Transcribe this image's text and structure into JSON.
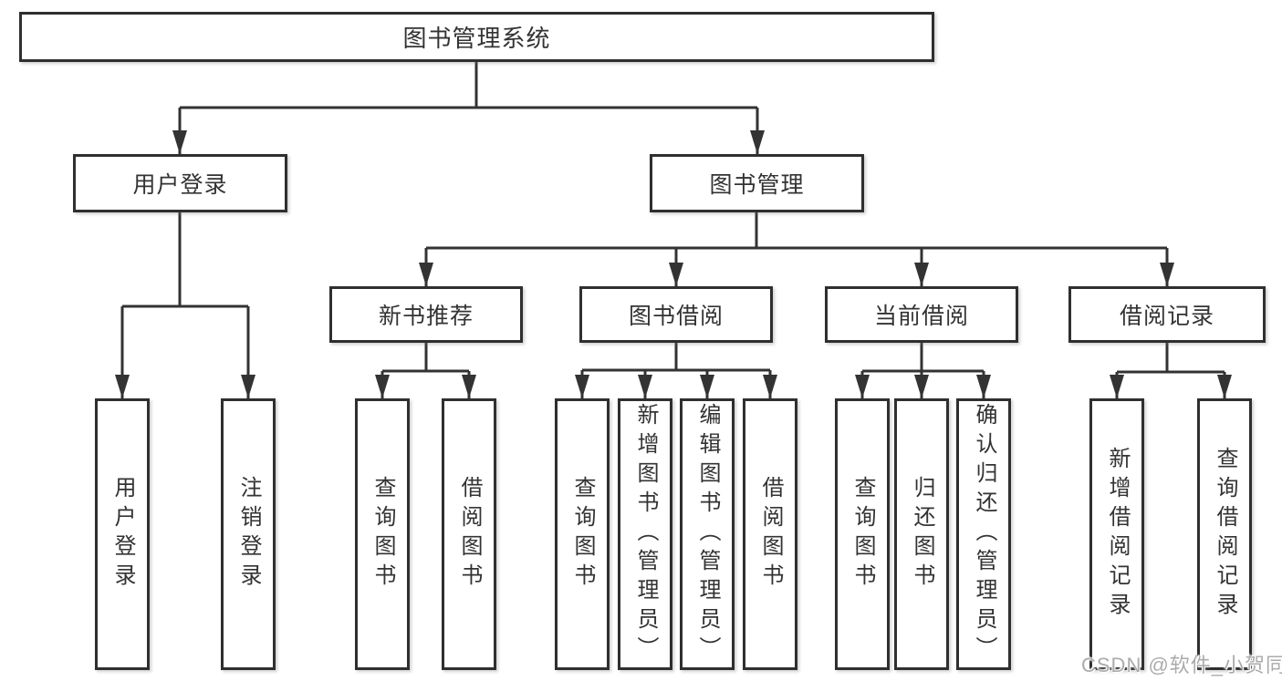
{
  "diagram": {
    "title": "图书管理系统",
    "branches": {
      "user_login": {
        "label": "用户登录",
        "children": [
          "用户登录",
          "注销登录"
        ]
      },
      "book_management": {
        "label": "图书管理",
        "sections": [
          {
            "label": "新书推荐",
            "children": [
              "查询图书",
              "借阅图书"
            ]
          },
          {
            "label": "图书借阅",
            "children": [
              "查询图书",
              "新增图书（管理员）",
              "编辑图书（管理员）",
              "借阅图书"
            ]
          },
          {
            "label": "当前借阅",
            "children": [
              "查询图书",
              "归还图书",
              "确认归还（管理员）"
            ]
          },
          {
            "label": "借阅记录",
            "children": [
              "新增借阅记录",
              "查询借阅记录"
            ]
          }
        ]
      }
    }
  },
  "watermark": "CSDN @软件_小贺同学",
  "colors": {
    "line": "#333333",
    "box_border": "#2f2f2f",
    "text": "#333333",
    "watermark": "#ababab",
    "background": "#ffffff"
  }
}
